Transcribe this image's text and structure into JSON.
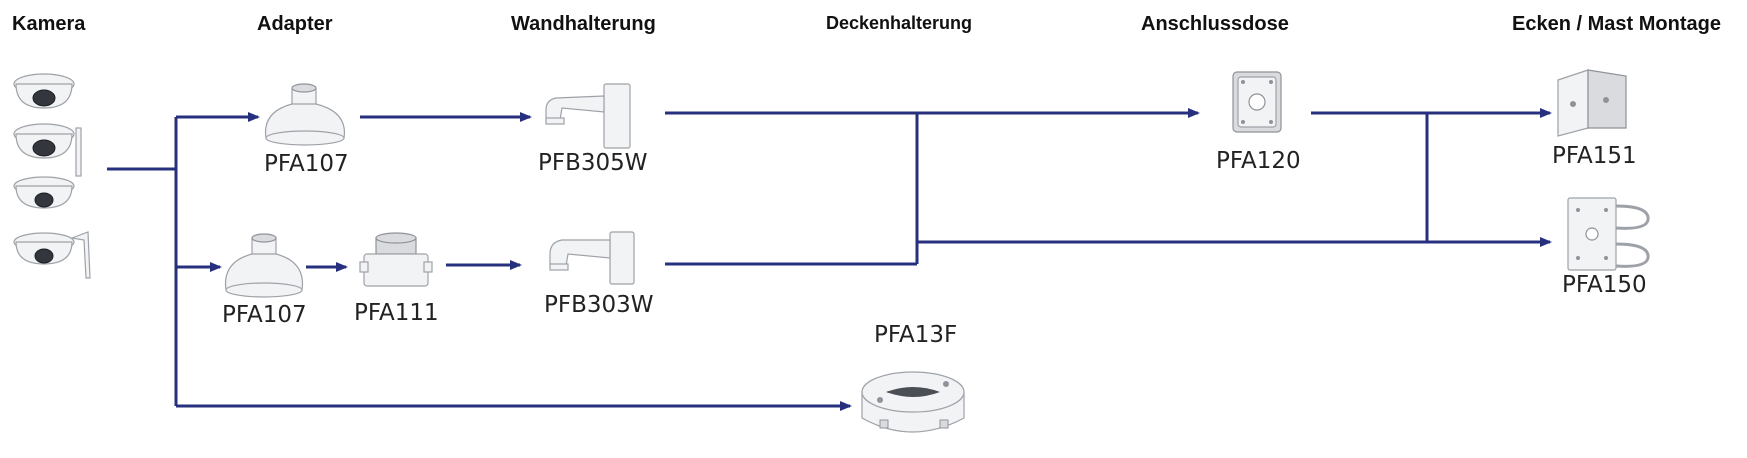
{
  "headers": {
    "camera": "Kamera",
    "adapter": "Adapter",
    "wall_mount": "Wandhalterung",
    "ceiling_mount": "Deckenhalterung",
    "junction_box": "Anschlussdose",
    "corner_pole": "Ecken / Mast Montage"
  },
  "products": {
    "pfa107_top": "PFA107",
    "pfa107_bottom": "PFA107",
    "pfa111": "PFA111",
    "pfb305w": "PFB305W",
    "pfb303w": "PFB303W",
    "pfa120": "PFA120",
    "pfa151": "PFA151",
    "pfa150": "PFA150",
    "pfa13f": "PFA13F"
  },
  "colors": {
    "connector": "#27307f",
    "device": "#f2f3f5",
    "text": "#111111"
  },
  "icons": {
    "cameras": [
      "dome-camera-icon",
      "dome-camera-wifi-icon",
      "dome-camera-white-icon",
      "dome-camera-white-wifi-icon"
    ]
  }
}
